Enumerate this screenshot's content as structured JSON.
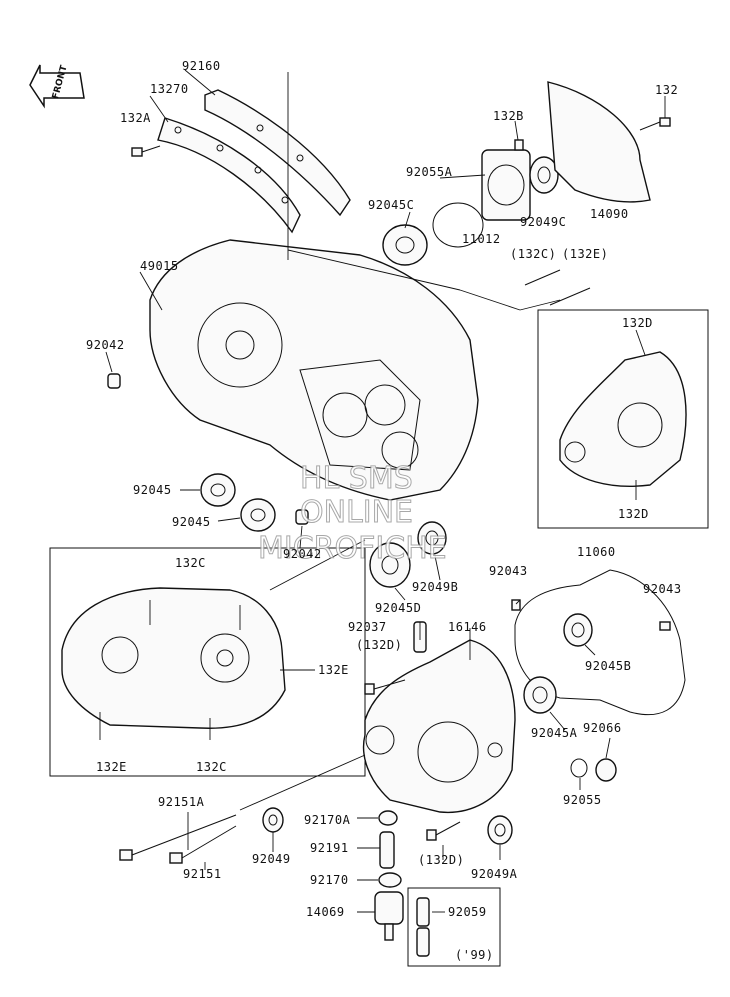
{
  "front_badge": "FRONT",
  "watermark": [
    "HL SMS",
    "ONLINE",
    "MICROFICHE"
  ],
  "labels": {
    "p92160": "92160",
    "p13270": "13270",
    "p132A": "132A",
    "p92055A": "92055A",
    "p132B": "132B",
    "p132_top": "132",
    "p92045C": "92045C",
    "p92049C": "92049C",
    "p14090": "14090",
    "p11012": "11012",
    "p132C_paren": "(132C)",
    "p132E_paren": "(132E)",
    "p49015": "49015",
    "p92042_left": "92042",
    "p132D_top": "132D",
    "p132D_bot": "132D",
    "p92045_a": "92045",
    "p92045_b": "92045",
    "p92042_mid": "92042",
    "p92049B": "92049B",
    "p92045D": "92045D",
    "p132C_inset_top": "132C",
    "p132E_inset_right": "132E",
    "p132E_inset_bot": "132E",
    "p132C_inset_bot": "132C",
    "p11060": "11060",
    "p92043_left": "92043",
    "p92043_right": "92043",
    "p92037": "92037",
    "p132D_paren1": "(132D)",
    "p16146": "16146",
    "p92045B": "92045B",
    "p92045A": "92045A",
    "p92066": "92066",
    "p92151A": "92151A",
    "p92170A": "92170A",
    "p92055": "92055",
    "p92191": "92191",
    "p132D_paren2": "(132D)",
    "p92049": "92049",
    "p92151": "92151",
    "p92170": "92170",
    "p92049A": "92049A",
    "p14069": "14069",
    "p92059": "92059",
    "p99": "('99)"
  }
}
